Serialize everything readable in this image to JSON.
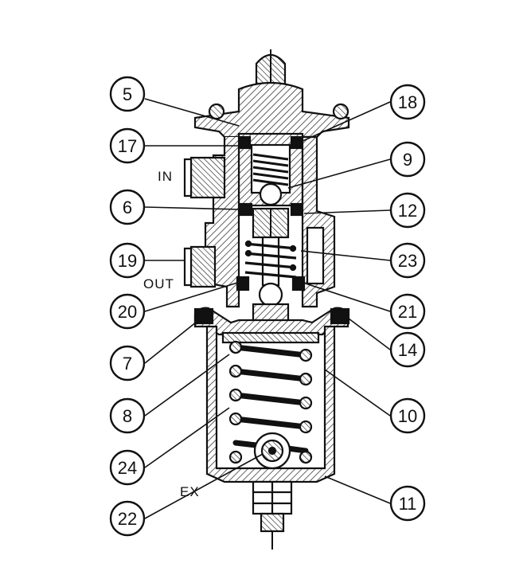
{
  "diagram": {
    "ports": {
      "in": "IN",
      "out": "OUT",
      "ex": "EX"
    },
    "callouts": [
      "5",
      "17",
      "6",
      "19",
      "20",
      "7",
      "8",
      "24",
      "22",
      "18",
      "9",
      "12",
      "23",
      "21",
      "14",
      "10",
      "11"
    ]
  },
  "colors": {
    "ink": "#111111",
    "background": "#ffffff"
  }
}
